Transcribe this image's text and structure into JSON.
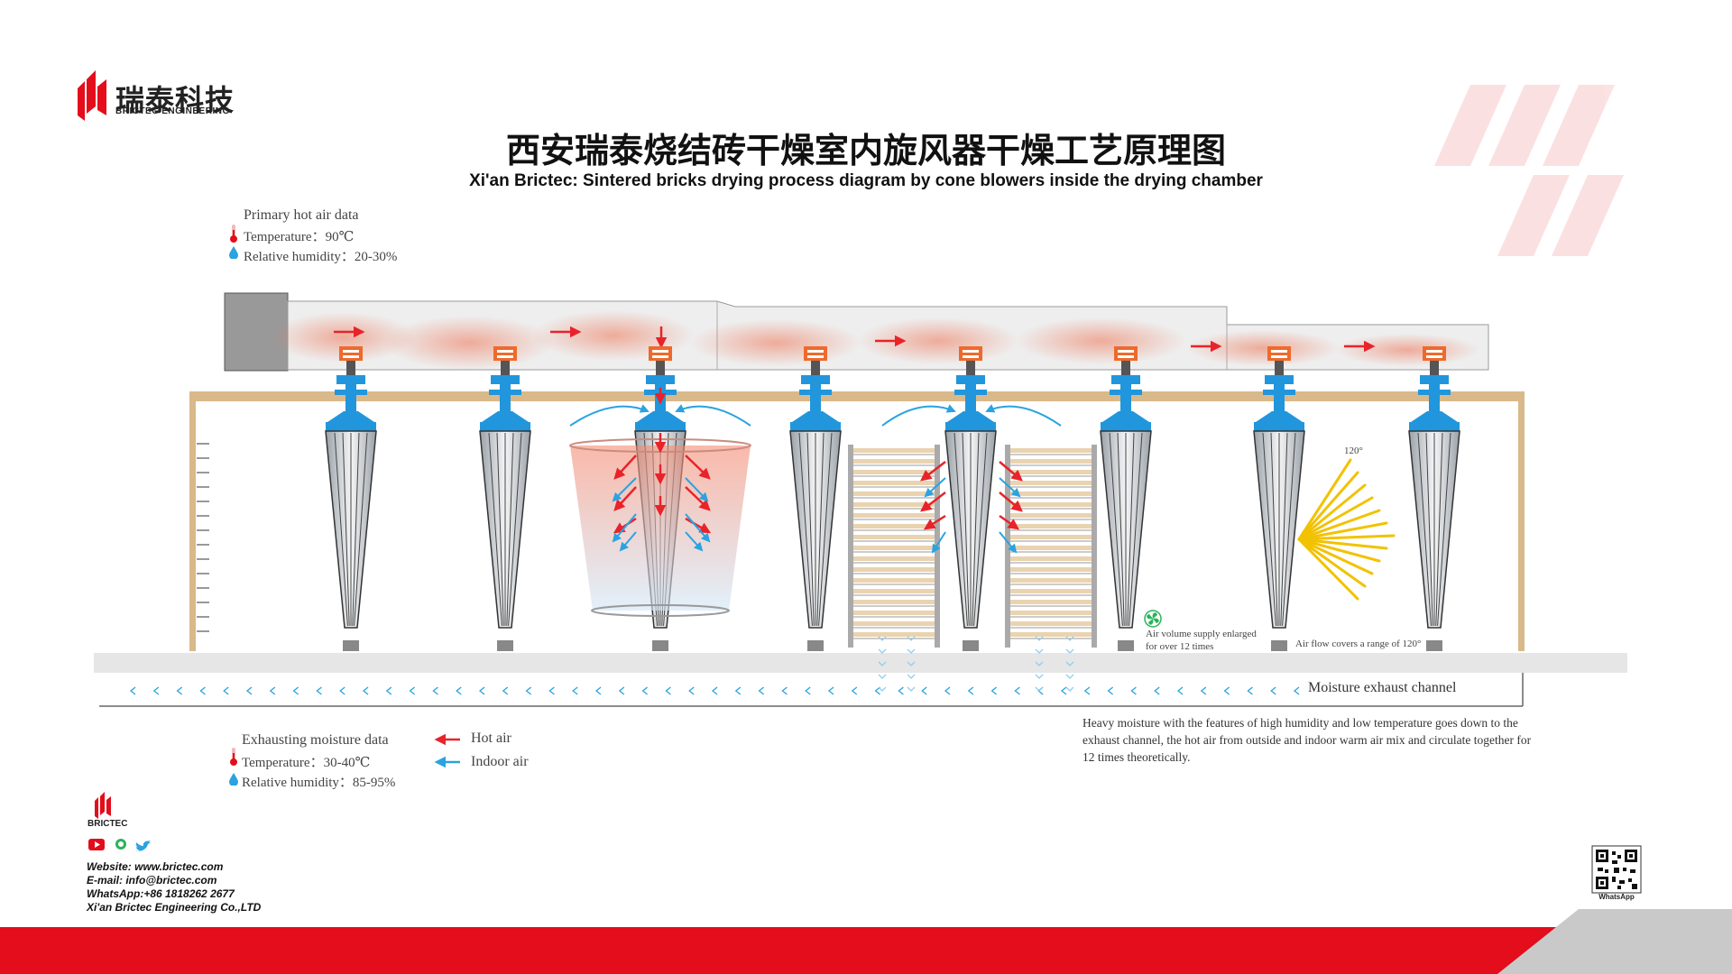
{
  "brand": {
    "name_cn": "瑞泰科技",
    "name_en": "BRICTEC ENGINEERING",
    "small_logo_text": "BRICTEC"
  },
  "title": {
    "cn": "西安瑞泰烧结砖干燥室内旋风器干燥工艺原理图",
    "en": "Xi'an Brictec: Sintered bricks drying process diagram by cone blowers inside the drying chamber"
  },
  "primary_air": {
    "heading": "Primary hot air data",
    "temperature": "Temperature：90℃",
    "humidity": "Relative humidity：20-30%"
  },
  "exhaust_data": {
    "heading": "Exhausting moisture data",
    "temperature": "Temperature：30-40℃",
    "humidity": "Relative humidity：85-95%"
  },
  "legend": {
    "hot_air": "Hot air",
    "indoor_air": "Indoor air"
  },
  "annotations": {
    "angle": "120°",
    "air_volume_line1": "Air volume supply enlarged",
    "air_volume_line2": "for over 12 times",
    "air_flow_range": "Air flow covers a range of 120°",
    "exhaust_channel": "Moisture exhaust channel"
  },
  "note": "Heavy moisture with the features of high humidity and low temperature goes down to the exhaust channel, the hot air from outside and indoor warm air mix and circulate together for 12 times theoretically.",
  "contact": {
    "website": "Website: www.brictec.com",
    "email": "E-mail: info@brictec.com",
    "whatsapp": "WhatsApp:+86 1818262 2677",
    "company": "Xi'an Brictec Engineering Co.,LTD"
  },
  "qr_caption": "WhatsApp",
  "colors": {
    "brand_red": "#e30d1b",
    "hot_air": "#e8232a",
    "indoor_air": "#2aa3e0",
    "frame": "#d9b98a",
    "blower_blue": "#2196dc",
    "blower_orange": "#ee6a2c"
  },
  "icons": [
    "thermometer-icon",
    "droplet-icon",
    "fan-icon",
    "youtube-icon",
    "whatsapp-icon",
    "twitter-icon",
    "qr-code-icon"
  ]
}
